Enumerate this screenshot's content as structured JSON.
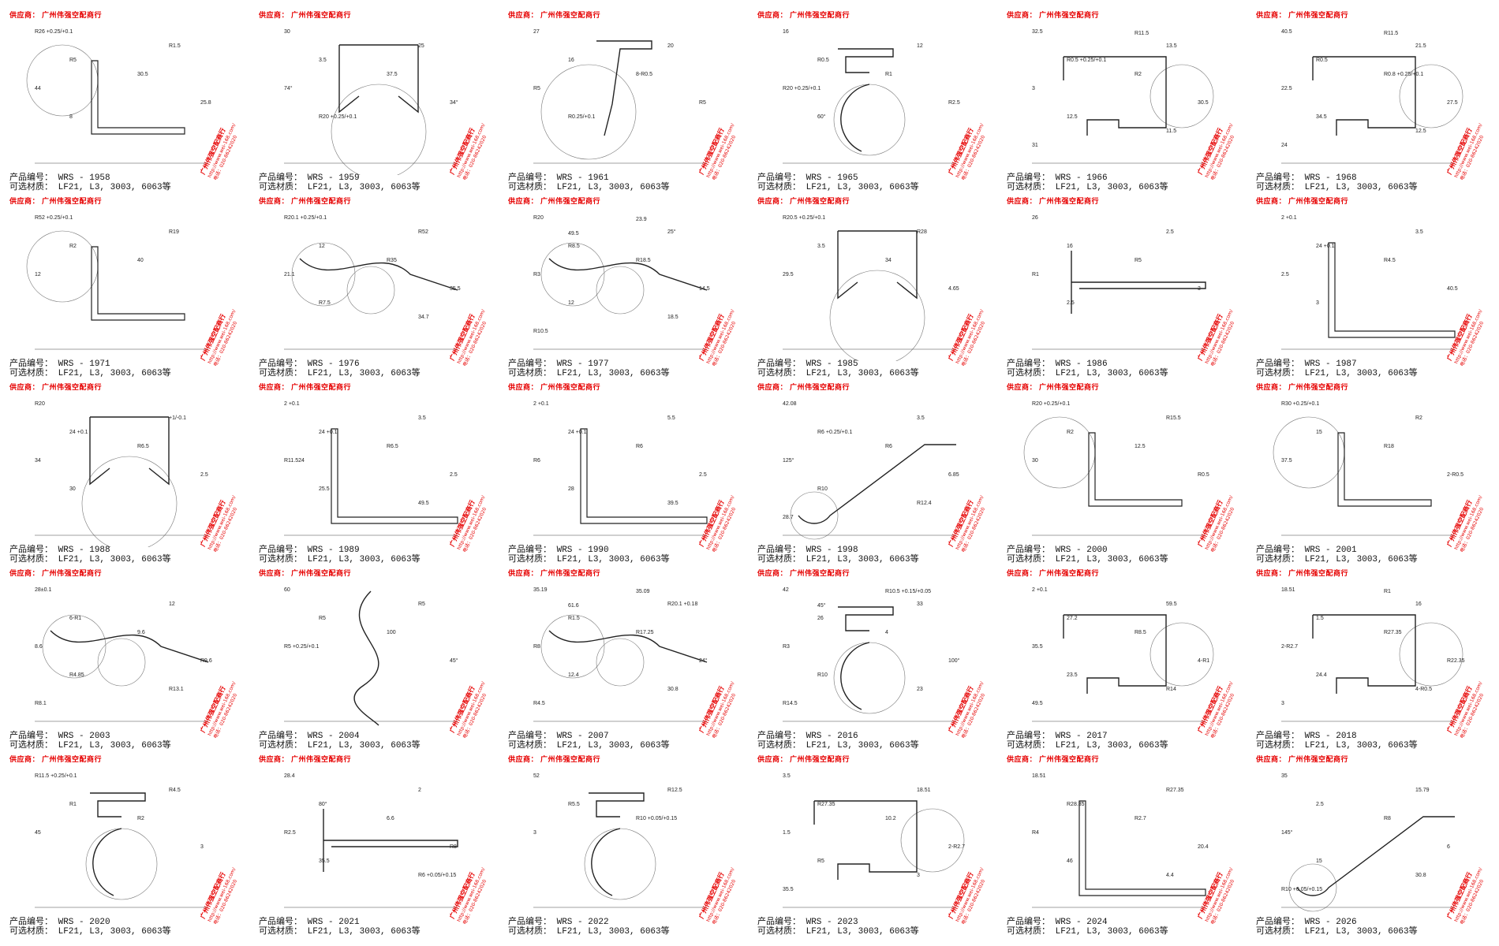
{
  "supplier_label": "供应商： 广州伟强空配商行",
  "code_label": "产品编号： ",
  "material_label": "可选材质： ",
  "material_value": "LF21, L3, 3003, 6063等",
  "stamp": {
    "name": "广州伟强空配商行",
    "url": "http://www.wei-168.com/",
    "tel": "电话：020-86242020",
    "color": "#e60000"
  },
  "line_color": "#222222",
  "products": [
    {
      "code": "WRS - 1958",
      "dims": [
        "R26 +0.25/+0.1",
        "R1.5",
        "R5",
        "30.5",
        "44",
        "25.8",
        "8"
      ]
    },
    {
      "code": "WRS - 1959",
      "dims": [
        "30",
        "25",
        "3.5",
        "37.5",
        "74°",
        "34°",
        "R20 +0.25/+0.1"
      ]
    },
    {
      "code": "WRS - 1961",
      "dims": [
        "27",
        "20",
        "16",
        "8-R0.5",
        "R5",
        "R5",
        "R0.25/+0.1"
      ]
    },
    {
      "code": "WRS - 1965",
      "dims": [
        "16",
        "12",
        "R0.5",
        "R1",
        "R20 +0.25/+0.1",
        "R2.5",
        "60°"
      ]
    },
    {
      "code": "WRS - 1966",
      "dims": [
        "32.5",
        "13.5",
        "R0.5 +0.25/+0.1",
        "R2",
        "3",
        "30.5",
        "12.5",
        "11.5",
        "31",
        "R11.5"
      ]
    },
    {
      "code": "WRS - 1968",
      "dims": [
        "40.5",
        "21.5",
        "R0.5",
        "R0.8 +0.25/+0.1",
        "22.5",
        "27.5",
        "34.5",
        "12.5",
        "24",
        "R11.5"
      ]
    },
    {
      "code": "WRS - 1971",
      "dims": [
        "R52 +0.25/+0.1",
        "R19",
        "R2",
        "40",
        "12"
      ]
    },
    {
      "code": "WRS - 1976",
      "dims": [
        "R20.1 +0.25/+0.1",
        "R52",
        "12",
        "R35",
        "21.1",
        "35.5",
        "R7.5",
        "34.7"
      ]
    },
    {
      "code": "WRS - 1977",
      "dims": [
        "R20",
        "25°",
        "R8.5",
        "R18.5",
        "R3",
        "14.5",
        "12",
        "18.5",
        "R10.5",
        "23.9",
        "49.5"
      ]
    },
    {
      "code": "WRS - 1985",
      "dims": [
        "R20.5 +0.25/+0.1",
        "R28",
        "3.5",
        "34",
        "29.5",
        "4.65"
      ]
    },
    {
      "code": "WRS - 1986",
      "dims": [
        "26",
        "2.5",
        "16",
        "R5",
        "R1",
        "3",
        "2.5"
      ]
    },
    {
      "code": "WRS - 1987",
      "dims": [
        "2 +0.1",
        "3.5",
        "24 +0.1",
        "R4.5",
        "2.5",
        "40.5",
        "3"
      ]
    },
    {
      "code": "WRS - 1988",
      "dims": [
        "R20",
        "+1/-0.1",
        "24 +0.1",
        "R6.5",
        "34",
        "2.5",
        "30"
      ]
    },
    {
      "code": "WRS - 1989",
      "dims": [
        "2 +0.1",
        "3.5",
        "24 +0.1",
        "R6.5",
        "R11.524",
        "2.5",
        "25.5",
        "49.5"
      ]
    },
    {
      "code": "WRS - 1990",
      "dims": [
        "2 +0.1",
        "5.5",
        "24 +0.1",
        "R6",
        "R6",
        "2.5",
        "28",
        "39.5"
      ]
    },
    {
      "code": "WRS - 1998",
      "dims": [
        "42.08",
        "3.5",
        "R6 +0.25/+0.1",
        "R6",
        "125°",
        "6.85",
        "R10",
        "R12.4",
        "28.7"
      ]
    },
    {
      "code": "WRS - 2000",
      "dims": [
        "R20 +0.25/+0.1",
        "R15.5",
        "R2",
        "12.5",
        "30",
        "R0.5"
      ]
    },
    {
      "code": "WRS - 2001",
      "dims": [
        "R30 +0.25/+0.1",
        "R2",
        "15",
        "R18",
        "37.5",
        "2-R0.5"
      ]
    },
    {
      "code": "WRS - 2003",
      "dims": [
        "28±0.1",
        "12",
        "6-R1",
        "9.6",
        "8.6",
        "R9.6",
        "R4.85",
        "R13.1",
        "R8.1"
      ]
    },
    {
      "code": "WRS - 2004",
      "dims": [
        "60",
        "R5",
        "R5",
        "100",
        "R5 +0.25/+0.1",
        "45°"
      ]
    },
    {
      "code": "WRS - 2007",
      "dims": [
        "35.19",
        "R20.1 +0.18",
        "R1.5",
        "R17.25",
        "R8",
        "24°",
        "12.4",
        "30.8",
        "R4.5",
        "35.09",
        "61.6"
      ]
    },
    {
      "code": "WRS - 2016",
      "dims": [
        "42",
        "33",
        "26",
        "4",
        "R3",
        "100°",
        "R10",
        "23",
        "R14.5",
        "R10.5 +0.15/+0.05",
        "45°"
      ]
    },
    {
      "code": "WRS - 2017",
      "dims": [
        "2 +0.1",
        "59.5",
        "27.2",
        "R8.5",
        "35.5",
        "4-R1",
        "23.5",
        "R14",
        "49.5"
      ]
    },
    {
      "code": "WRS - 2018",
      "dims": [
        "18.51",
        "16",
        "1.5",
        "R27.35",
        "2-R2.7",
        "R22.35",
        "24.4",
        "4-R0.5",
        "3",
        "R1"
      ]
    },
    {
      "code": "WRS - 2020",
      "dims": [
        "R11.5 +0.25/+0.1",
        "R4.5",
        "R1",
        "R2",
        "45",
        "3"
      ]
    },
    {
      "code": "WRS - 2021",
      "dims": [
        "28.4",
        "2",
        "80°",
        "6.6",
        "R2.5",
        "R8",
        "35.5",
        "R6 +0.05/+0.15"
      ]
    },
    {
      "code": "WRS - 2022",
      "dims": [
        "52",
        "R12.5",
        "R5.5",
        "R10 +0.05/+0.15",
        "3"
      ]
    },
    {
      "code": "WRS - 2023",
      "dims": [
        "3.5",
        "18.51",
        "R27.35",
        "10.2",
        "1.5",
        "2-R2.7",
        "R5",
        "3",
        "35.5"
      ]
    },
    {
      "code": "WRS - 2024",
      "dims": [
        "18.51",
        "R27.35",
        "R28.35",
        "R2.7",
        "R4",
        "20.4",
        "46",
        "4.4"
      ]
    },
    {
      "code": "WRS - 2026",
      "dims": [
        "35",
        "15.79",
        "2.5",
        "R8",
        "145°",
        "6",
        "15",
        "30.8",
        "R10 +0.05/+0.15"
      ]
    }
  ]
}
